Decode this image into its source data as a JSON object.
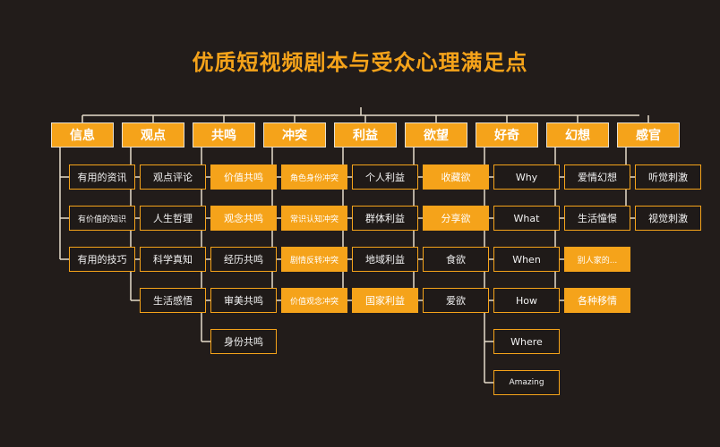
{
  "title": "优质短视频剧本与受众心理满足点",
  "colors": {
    "accent": "#f5a31a",
    "background": "#221c1a"
  },
  "categories": [
    {
      "label": "信息",
      "items": [
        {
          "label": "有用的资讯",
          "hl": false
        },
        {
          "label": "有价值的知识",
          "hl": false
        },
        {
          "label": "有用的技巧",
          "hl": false
        }
      ]
    },
    {
      "label": "观点",
      "items": [
        {
          "label": "观点评论",
          "hl": false
        },
        {
          "label": "人生哲理",
          "hl": false
        },
        {
          "label": "科学真知",
          "hl": false
        },
        {
          "label": "生活感悟",
          "hl": false
        }
      ]
    },
    {
      "label": "共鸣",
      "items": [
        {
          "label": "价值共鸣",
          "hl": true
        },
        {
          "label": "观念共鸣",
          "hl": true
        },
        {
          "label": "经历共鸣",
          "hl": false
        },
        {
          "label": "审美共鸣",
          "hl": false
        },
        {
          "label": "身份共鸣",
          "hl": false
        }
      ]
    },
    {
      "label": "冲突",
      "items": [
        {
          "label": "角色身份冲突",
          "hl": true
        },
        {
          "label": "常识认知冲突",
          "hl": true
        },
        {
          "label": "剧情反转冲突",
          "hl": true
        },
        {
          "label": "价值观念冲突",
          "hl": true
        }
      ]
    },
    {
      "label": "利益",
      "items": [
        {
          "label": "个人利益",
          "hl": false
        },
        {
          "label": "群体利益",
          "hl": false
        },
        {
          "label": "地域利益",
          "hl": false
        },
        {
          "label": "国家利益",
          "hl": true
        }
      ]
    },
    {
      "label": "欲望",
      "items": [
        {
          "label": "收藏欲",
          "hl": true
        },
        {
          "label": "分享欲",
          "hl": true
        },
        {
          "label": "食欲",
          "hl": false
        },
        {
          "label": "爱欲",
          "hl": false
        }
      ]
    },
    {
      "label": "好奇",
      "items": [
        {
          "label": "Why",
          "hl": false
        },
        {
          "label": "What",
          "hl": false
        },
        {
          "label": "When",
          "hl": false
        },
        {
          "label": "How",
          "hl": false
        },
        {
          "label": "Where",
          "hl": false
        },
        {
          "label": "Amazing",
          "hl": false
        }
      ]
    },
    {
      "label": "幻想",
      "items": [
        {
          "label": "爱情幻想",
          "hl": false
        },
        {
          "label": "生活憧憬",
          "hl": false
        },
        {
          "label": "别人家的...",
          "hl": true
        },
        {
          "label": "各种移情",
          "hl": true
        }
      ]
    },
    {
      "label": "感官",
      "items": [
        {
          "label": "听觉刺激",
          "hl": false
        },
        {
          "label": "视觉刺激",
          "hl": false
        }
      ]
    }
  ]
}
